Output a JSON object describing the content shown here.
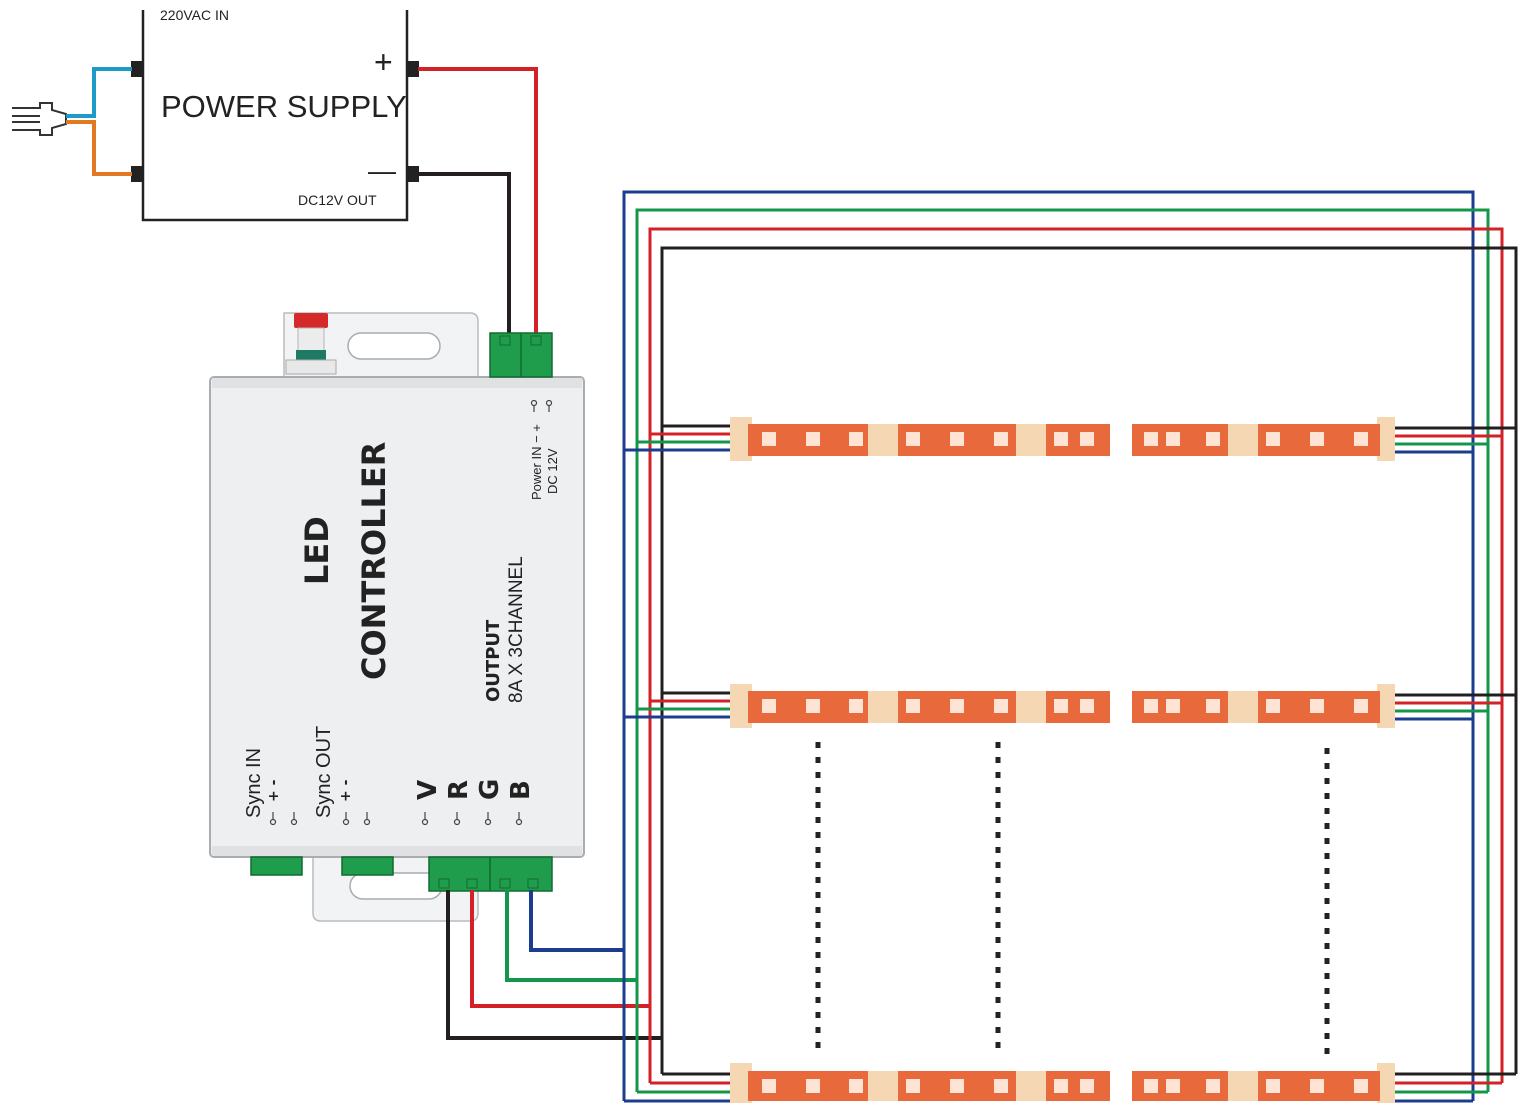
{
  "power_supply": {
    "input_label": "220VAC IN",
    "title": "POWER SUPPLY",
    "output_label": "DC12V OUT",
    "plus_symbol": "+",
    "minus_symbol": "—"
  },
  "controller": {
    "title_line1": "LED",
    "title_line2": "CONTROLLER",
    "output_label": "OUTPUT",
    "output_spec": "8A X 3CHANNEL",
    "power_in_label": "Power IN  −  +",
    "power_voltage_label": "DC 12V",
    "sync_in_label": "Sync IN",
    "sync_out_label": "Sync OUT",
    "sync_in_pins": "+  -",
    "sync_out_pins": "+  -",
    "channel_labels": [
      "V",
      "R",
      "G",
      "B"
    ]
  },
  "wire_colors": {
    "live": "#1e9ac6",
    "neutral": "#e07a22",
    "positive": "#d42027",
    "negative": "#231f20",
    "red": "#d42027",
    "green": "#14964a",
    "blue": "#1b3c8f"
  },
  "strip_colors": {
    "strip": "#e86a3c",
    "pad": "#f6d7b4",
    "led": "#ffe3d4"
  },
  "icons": [
    "mains-plug-icon",
    "fuse-icon"
  ]
}
